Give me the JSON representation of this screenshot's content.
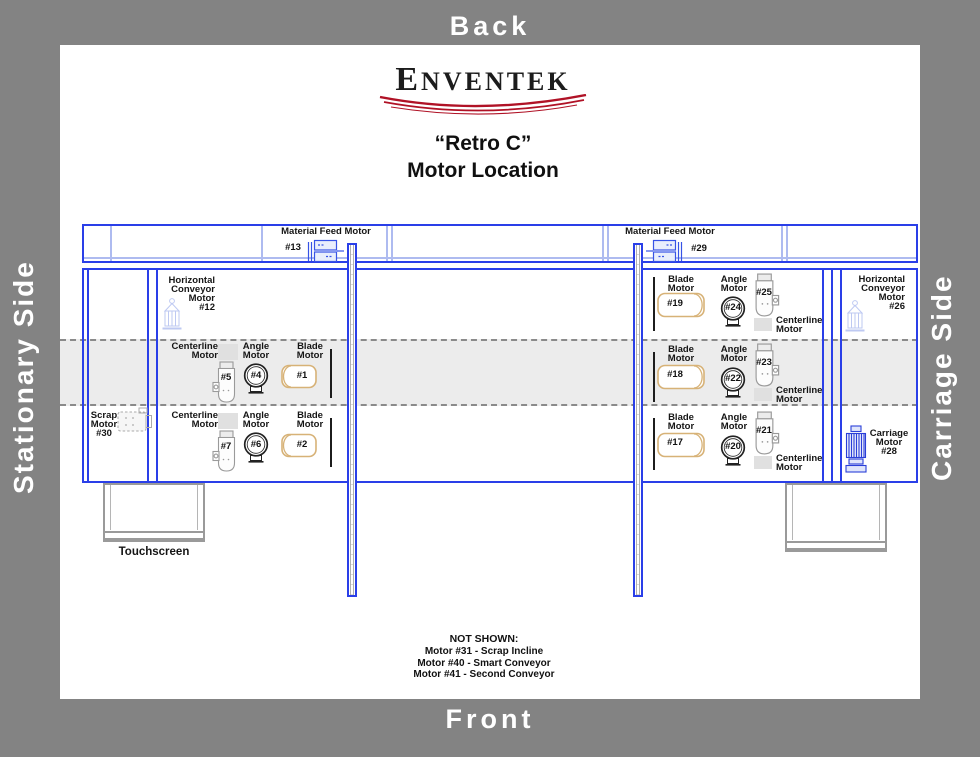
{
  "frame": {
    "back": "Back",
    "front": "Front",
    "left_side": "Stationary Side",
    "right_side": "Carriage Side"
  },
  "header": {
    "logo_first": "E",
    "logo_rest": "NVENTEK",
    "title_line1": "“Retro C”",
    "title_line2": "Motor Location"
  },
  "labels": {
    "centerline": "Centerline\nMotor",
    "angle": "Angle\nMotor",
    "blade": "Blade\nMotor",
    "material_feed": "Material Feed Motor"
  },
  "feed": {
    "left_num": "#13",
    "right_num": "#29"
  },
  "left_cluster": {
    "conveyor": "Horizontal\nConveyor\nMotor\n#12",
    "scrap": "Scrap\nMotor\n#30",
    "rows": [
      {
        "centerline": "#5",
        "angle": "#4",
        "blade": "#1"
      },
      {
        "centerline": "#7",
        "angle": "#6",
        "blade": "#2"
      }
    ]
  },
  "right_cluster": {
    "conveyor": "Horizontal\nConveyor\nMotor\n#26",
    "carriage": "Carriage\nMotor\n#28",
    "rows": [
      {
        "blade": "#19",
        "angle": "#24",
        "centerline": "#25"
      },
      {
        "blade": "#18",
        "angle": "#22",
        "centerline": "#23"
      },
      {
        "blade": "#17",
        "angle": "#20",
        "centerline": "#21"
      }
    ]
  },
  "touchscreen_label": "Touchscreen",
  "not_shown": {
    "title": "NOT SHOWN:",
    "lines": [
      "Motor #31 - Scrap Incline",
      "Motor #40 - Smart Conveyor",
      "Motor #41 - Second Conveyor"
    ]
  },
  "colors": {
    "frame_gray": "#838383",
    "machine_blue": "#2a3fe8",
    "light_blue": "#aebbf0",
    "blade_tan": "#d7b277",
    "band_gray": "#ececec",
    "logo_red": "#b01226"
  }
}
